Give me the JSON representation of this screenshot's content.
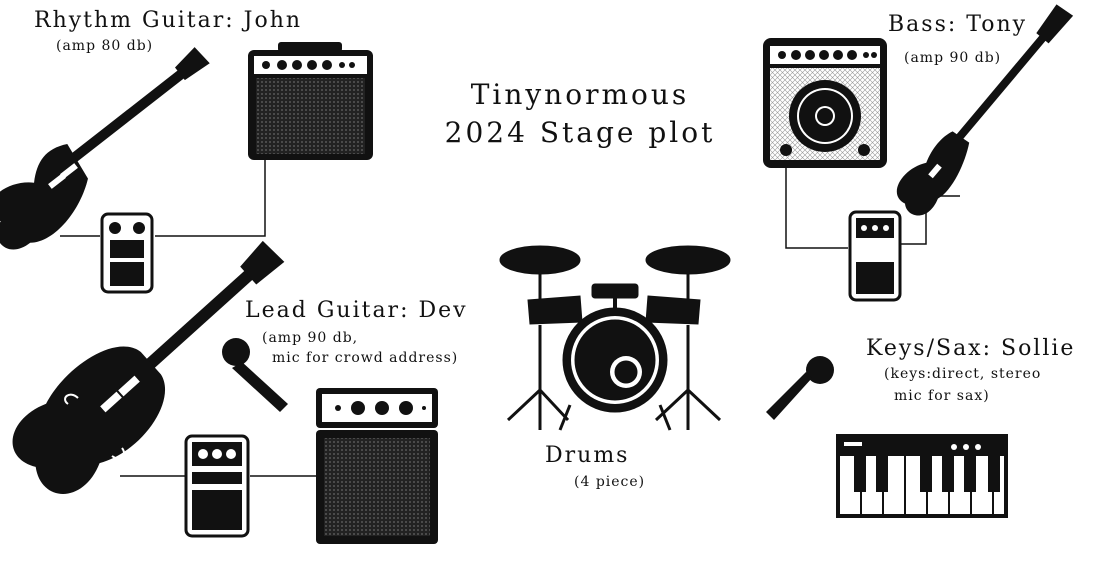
{
  "title": {
    "line1": "Tinynormous",
    "line2": "2024 Stage plot"
  },
  "rhythm": {
    "name": "Rhythm Guitar: John",
    "note": "(amp 80 db)"
  },
  "bass": {
    "name": "Bass: Tony",
    "note": "(amp 90 db)"
  },
  "lead": {
    "name": "Lead Guitar: Dev",
    "note1": "(amp 90 db,",
    "note2": "mic for crowd address)"
  },
  "keys": {
    "name": "Keys/Sax: Sollie",
    "note1": "(keys:direct, stereo",
    "note2": "mic for sax)"
  },
  "drums": {
    "name": "Drums",
    "note": "(4 piece)"
  },
  "icons": [
    "electric-guitar-icon",
    "amplifier-icon",
    "bass-amplifier-icon",
    "bass-guitar-icon",
    "hollow-body-guitar-icon",
    "microphone-icon",
    "pedal-icon",
    "mini-amp-icon",
    "drum-kit-icon",
    "keyboard-icon"
  ]
}
